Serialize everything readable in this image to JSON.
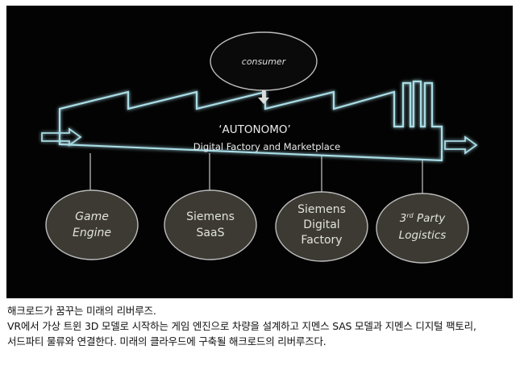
{
  "diagram": {
    "consumer_label": "consumer",
    "factory_title": "‘AUTONOMO’",
    "factory_subtitle": "Digital Factory and Marketplace",
    "nodes": [
      {
        "lines": [
          "Game",
          "Engine"
        ]
      },
      {
        "lines": [
          "Siemens",
          "SaaS"
        ]
      },
      {
        "lines": [
          "Siemens",
          "Digital",
          "Factory"
        ]
      },
      {
        "lines": [
          "3rd Party",
          "Logistics"
        ],
        "superscript": "rd"
      }
    ],
    "colors": {
      "background": "#030303",
      "outline": "#a9dde6",
      "glow": "#3fb6cf",
      "node_fill": "#3c3a33",
      "node_text": "#e2e2dc",
      "consumer_fill": "#0a0a0a",
      "consumer_stroke": "#bdbdbd"
    }
  },
  "caption": {
    "title": "해크로드가 꿈꾸는 미래의 리버루즈.",
    "line1": "VR에서 가상 트윈 3D 모델로 시작하는 게임 엔진으로 차량을 설계하고 지멘스 SAS 모델과 지멘스 디지털 팩토리,",
    "line2": "서드파티 물류와 연결한다. 미래의 클라우드에 구축될 해크로드의 리버루즈다."
  }
}
